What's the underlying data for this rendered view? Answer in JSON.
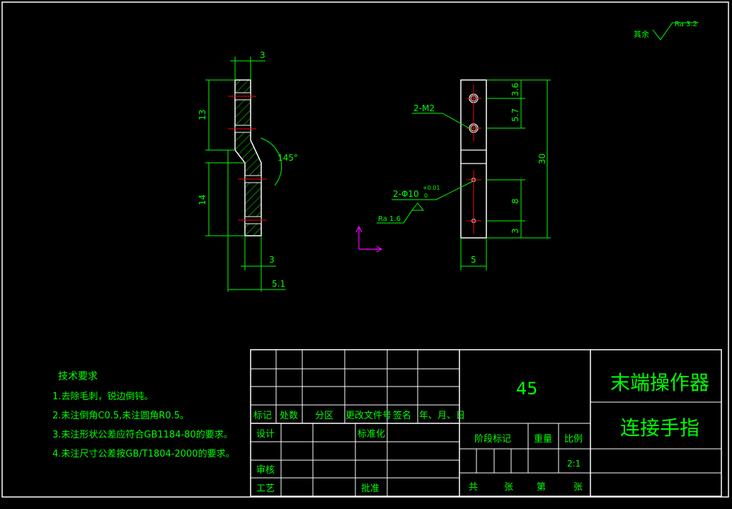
{
  "colors": {
    "background": "#000000",
    "outline": "#ffffff",
    "dimension": "#00ff00",
    "centerline": "#ff0000",
    "ucs": "#ff00ff"
  },
  "roughness_note": {
    "prefix": "其余",
    "value": "Ra 3.2"
  },
  "side_view": {
    "dim_top": "3",
    "dim_upper": "13",
    "dim_lower": "14",
    "angle": "145°",
    "dim_bottom_thickness": "3",
    "dim_total_width": "5.1"
  },
  "front_view": {
    "holes_tapped": "2-M2",
    "holes_pin": "2-Φ10",
    "holes_pin_tolerance": "+0.01",
    "holes_pin_tolerance_low": "0",
    "roughness": "Ra 1.6",
    "dim_top_gap": "3.6",
    "dim_hole_spacing": "5.7",
    "dim_total_height": "30",
    "dim_lower_spacing": "8",
    "dim_bottom_gap": "3",
    "dim_width": "5"
  },
  "tech_requirements": {
    "title": "技术要求",
    "items": [
      "1.去除毛刺，锐边倒钝。",
      "2.未注倒角C0.5,未注圆角R0.5。",
      "3.未注形状公差应符合GB1184-80的要求。",
      "4.未注尺寸公差按GB/T1804-2000的要求。"
    ]
  },
  "title_block": {
    "material": "45",
    "part_assembly": "末端操作器",
    "part_name": "连接手指",
    "rev_headers": [
      "标记",
      "处数",
      "分区",
      "更改文件号",
      "签名",
      "年、月、日"
    ],
    "design_label": "设计",
    "standardize_label": "标准化",
    "review_label": "审核",
    "process_label": "工艺",
    "approve_label": "批准",
    "stage_label": "阶段标记",
    "weight_label": "重量",
    "scale_label": "比例",
    "scale_value": "2:1",
    "sheet_total_label": "共",
    "sheet_unit_label": "张",
    "sheet_num_label": "第",
    "sheet_unit_label_2": "张"
  }
}
